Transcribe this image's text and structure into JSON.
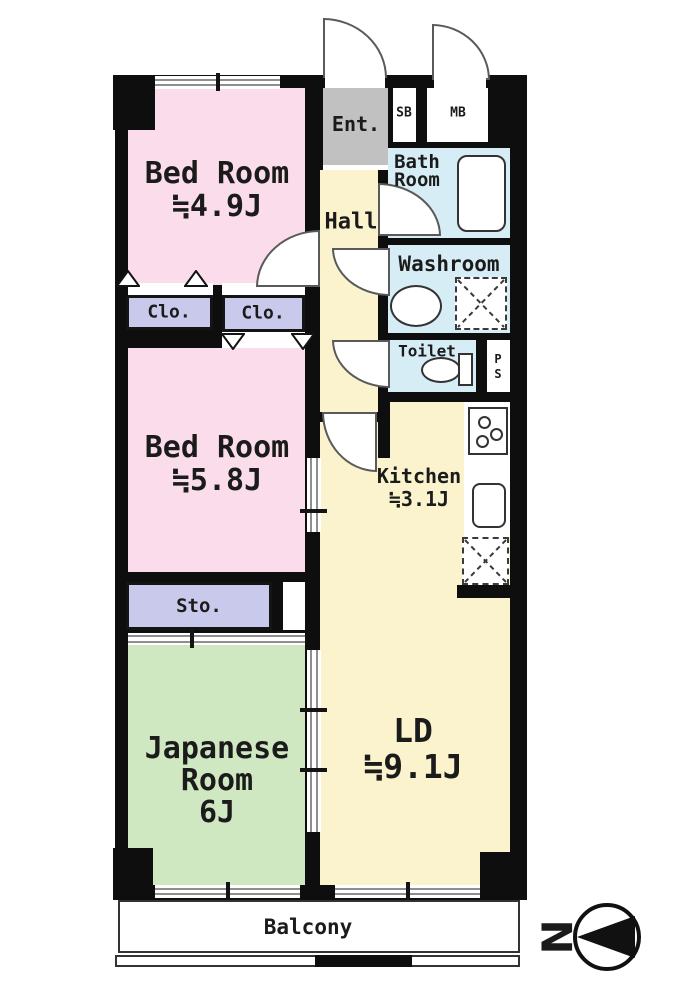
{
  "rooms": {
    "bedroom1": {
      "name": "Bed Room",
      "size": "≒4.9J"
    },
    "bedroom2": {
      "name": "Bed Room",
      "size": "≒5.8J"
    },
    "japanese_room": {
      "name_line1": "Japanese",
      "name_line2": "Room",
      "size": "6J"
    },
    "living_dining": {
      "name": "LD",
      "size": "≒9.1J"
    },
    "kitchen": {
      "name": "Kitchen",
      "size": "≒3.1J"
    },
    "hall": {
      "name": "Hall"
    },
    "entrance": {
      "name": "Ent."
    },
    "shoe_box": {
      "name": "SB"
    },
    "meter_box": {
      "name": "MB"
    },
    "bathroom": {
      "name_line1": "Bath",
      "name_line2": "Room"
    },
    "washroom": {
      "name": "Washroom"
    },
    "toilet": {
      "name": "Toilet"
    },
    "pipe_space": {
      "line1": "P",
      "line2": "S"
    },
    "closet1": {
      "name": "Clo."
    },
    "closet2": {
      "name": "Clo."
    },
    "storage": {
      "name": "Sto."
    },
    "balcony": {
      "name": "Balcony"
    }
  },
  "compass": {
    "north_label": "N"
  },
  "colors": {
    "wall": "#0e0e0e",
    "bedroom_pink": "#fadcea",
    "living_yellow": "#faf3cd",
    "wet_area_blue": "#d6edf6",
    "closet_lavender": "#c9c9ec",
    "japanese_green": "#cfe8c2",
    "entrance_gray": "#c1c1c1"
  }
}
